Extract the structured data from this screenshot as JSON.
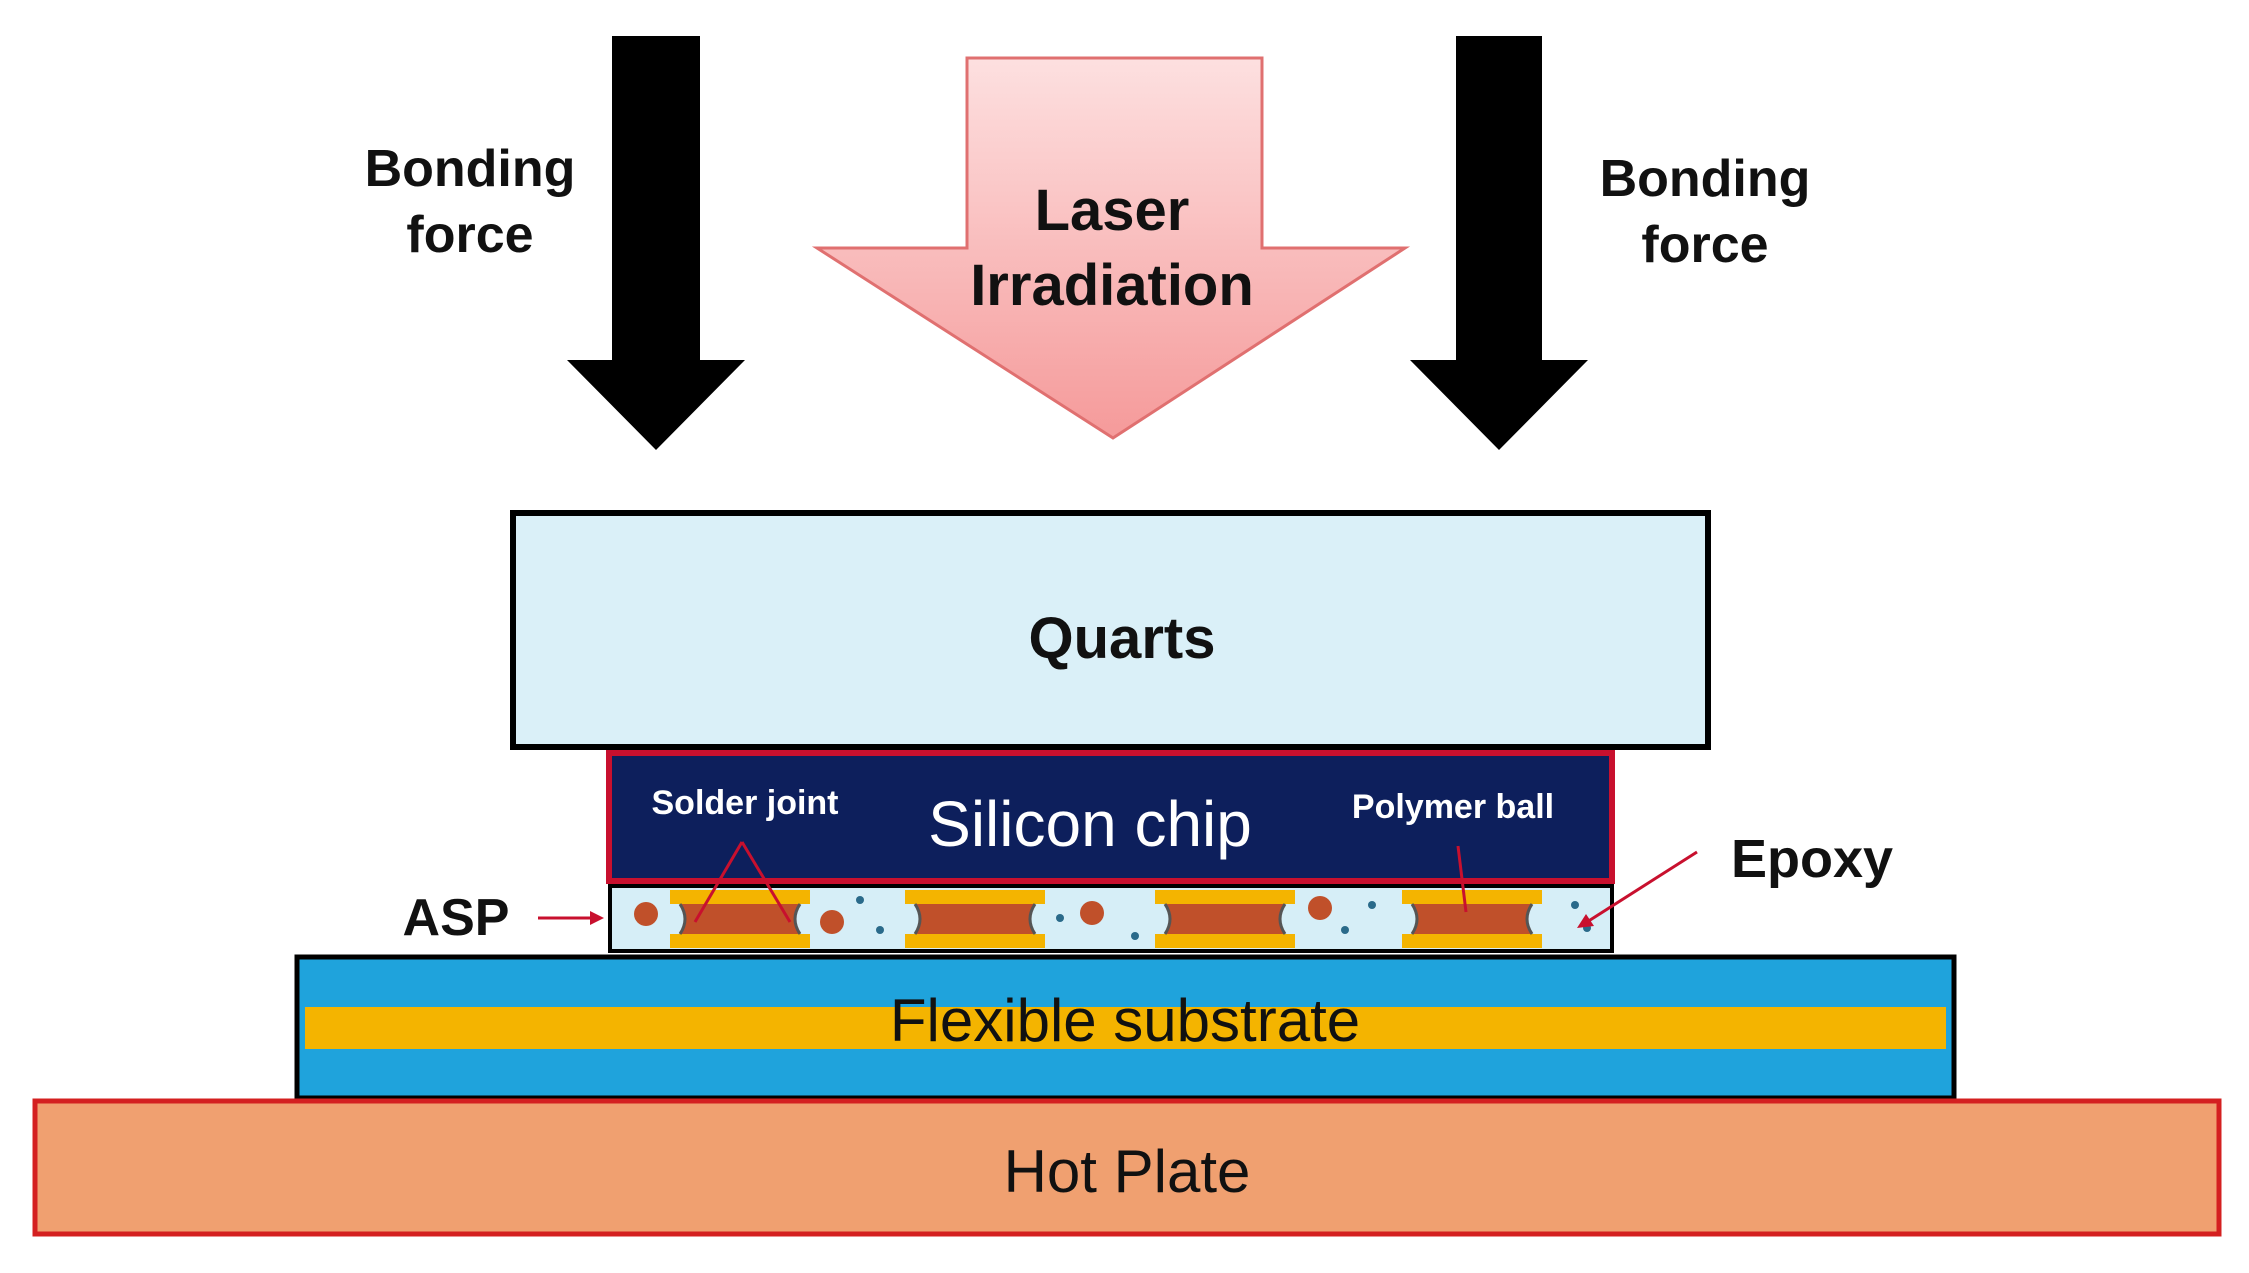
{
  "arrows": {
    "left_force": {
      "line1": "Bonding",
      "line2": "force"
    },
    "right_force": {
      "line1": "Bonding",
      "line2": "force"
    },
    "laser": {
      "line1": "Laser",
      "line2": "Irradiation"
    }
  },
  "layers": {
    "quarts": "Quarts",
    "silicon_chip": "Silicon chip",
    "flexible_substrate": "Flexible substrate",
    "hot_plate": "Hot Plate"
  },
  "callouts": {
    "solder_joint": "Solder joint",
    "polymer_ball": "Polymer ball",
    "epoxy": "Epoxy",
    "asp": "ASP"
  },
  "colors": {
    "force_arrow": "#000000",
    "laser_arrow": "#f8b0b0",
    "quarts_fill": "#daf0f8",
    "chip_fill": "#0d1f5c",
    "chip_border": "#c8102e",
    "asp_fill": "#d6eef7",
    "solder_pad": "#f4b400",
    "solder_bump": "#c0502a",
    "substrate_blue": "#1fa3dc",
    "substrate_gold": "#f4b400",
    "hot_plate": "#f0a070",
    "hot_plate_border": "#d42020",
    "callout_line": "#c8102e"
  }
}
